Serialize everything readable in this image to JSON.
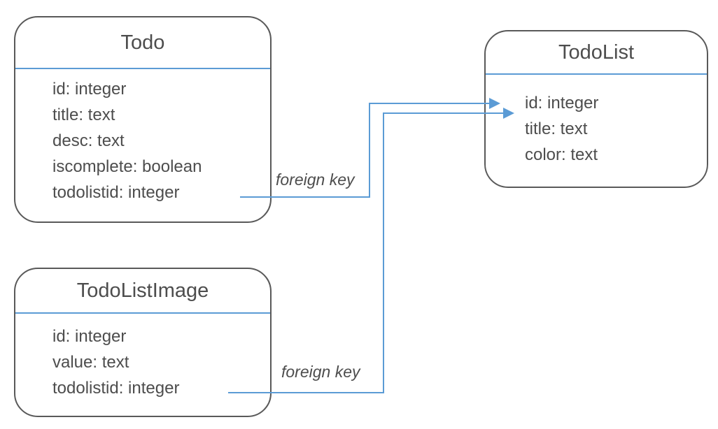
{
  "diagram": {
    "entities": [
      {
        "name": "Todo",
        "fields": [
          "id: integer",
          "title: text",
          "desc: text",
          "iscomplete: boolean",
          "todolistid: integer"
        ]
      },
      {
        "name": "TodoList",
        "fields": [
          "id: integer",
          "title: text",
          "color: text"
        ]
      },
      {
        "name": "TodoListImage",
        "fields": [
          "id: integer",
          "value: text",
          "todolistid: integer"
        ]
      }
    ],
    "relations": [
      {
        "label": "foreign key",
        "source": "Todo.todolistid",
        "target": "TodoList.id"
      },
      {
        "label": "foreign key",
        "source": "TodoListImage.todolistid",
        "target": "TodoList.id"
      }
    ],
    "colors": {
      "box_border": "#595959",
      "text": "#4d4d4d",
      "connector": "#5b9bd5",
      "background": "#ffffff"
    }
  }
}
